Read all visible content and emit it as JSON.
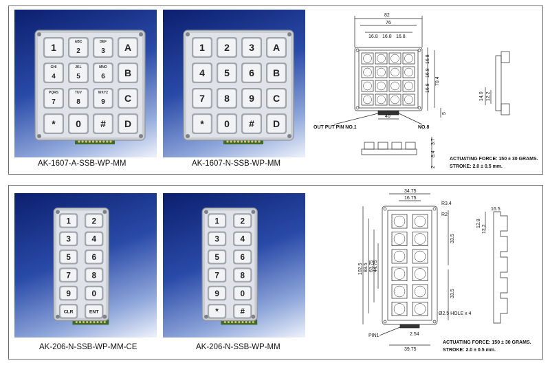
{
  "top": {
    "product_a": {
      "caption": "AK-1607-A-SSB-WP-MM",
      "keys": [
        [
          "1",
          "2",
          "3",
          "A"
        ],
        [
          "4",
          "5",
          "6",
          "B"
        ],
        [
          "7",
          "8",
          "9",
          "C"
        ],
        [
          "*",
          "0",
          "#",
          "D"
        ]
      ],
      "sublabels": [
        [
          "",
          "ABC",
          "DEF",
          ""
        ],
        [
          "GHI",
          "JKL",
          "MNO",
          ""
        ],
        [
          "PQRS",
          "TUV",
          "WXYZ",
          ""
        ],
        [
          "",
          "",
          "",
          ""
        ]
      ]
    },
    "product_n": {
      "caption": "AK-1607-N-SSB-WP-MM",
      "keys": [
        [
          "1",
          "2",
          "3",
          "A"
        ],
        [
          "4",
          "5",
          "6",
          "B"
        ],
        [
          "7",
          "8",
          "9",
          "C"
        ],
        [
          "*",
          "0",
          "#",
          "D"
        ]
      ]
    },
    "drawing": {
      "dim_width": "82",
      "dim_inner": "76",
      "dim_pitch": "16.8",
      "dim_height": "70.4",
      "dim_bottom": "40",
      "dim_5": "5",
      "dim_side1": "14.0",
      "dim_side2": "12.2",
      "dim_37": "3.7",
      "dim_84": "8.4",
      "dim_2": "2",
      "output_pin_label": "OUT PUT PIN NO.1",
      "pin8_label": "NO.8",
      "force_label": "ACTUATING FORCE: 150 ± 30 GRAMS.",
      "stroke_label": "STROKE: 2.0 ± 0.5 mm."
    }
  },
  "bottom": {
    "product_ce": {
      "caption": "AK-206-N-SSB-WP-MM-CE",
      "keys": [
        [
          "1",
          "2"
        ],
        [
          "3",
          "4"
        ],
        [
          "5",
          "6"
        ],
        [
          "7",
          "8"
        ],
        [
          "9",
          "0"
        ],
        [
          "CLR",
          "ENT"
        ]
      ]
    },
    "product_std": {
      "caption": "AK-206-N-SSB-WP-MM",
      "keys": [
        [
          "1",
          "2"
        ],
        [
          "3",
          "4"
        ],
        [
          "5",
          "6"
        ],
        [
          "7",
          "8"
        ],
        [
          "9",
          "0"
        ],
        [
          "*",
          "#"
        ]
      ]
    },
    "drawing": {
      "dim_3475": "34.75",
      "dim_1675": "16.75",
      "dim_r34": "R3.4",
      "dim_r2": "R2",
      "dim_1025": "102.5",
      "dim_835": "83.5",
      "dim_6375": "63.75",
      "dim_4475": "44.75",
      "dim_335": "33.5",
      "dim_335b": "33.5",
      "dim_128": "12.8",
      "dim_122": "12.2",
      "dim_165": "16.5",
      "hole_label": "Ø2.5 HOLE x 4",
      "pin1_label": "PIN1",
      "dim_254": "2.54",
      "dim_3975": "39.75",
      "force_label": "ACTUATING FORCE: 150 ± 30 GRAMS.",
      "stroke_label": "STROKE: 2.0 ± 0.5 mm."
    }
  }
}
